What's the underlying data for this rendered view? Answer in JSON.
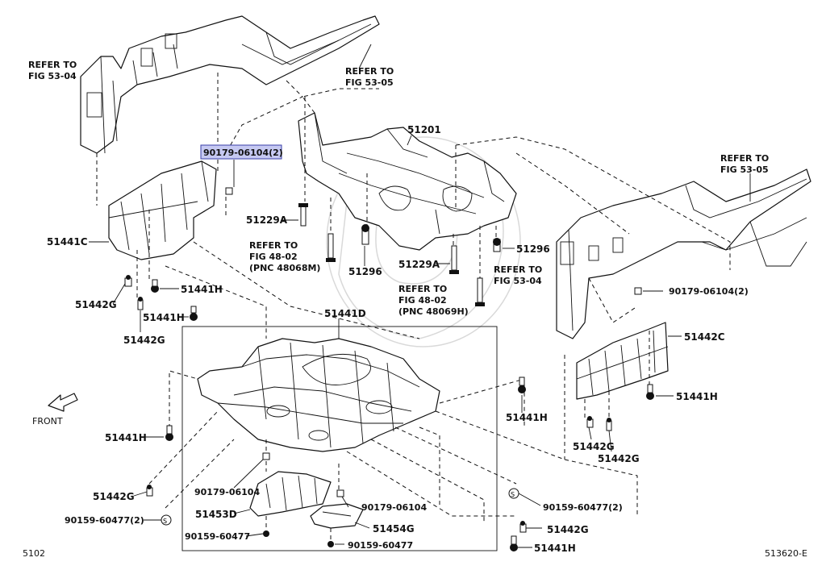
{
  "diagram": {
    "highlighted_part": "90179-06104(2)",
    "labels": {
      "p51201": "51201",
      "p51441c": "51441C",
      "p51442c": "51442C",
      "p51441d": "51441D",
      "p51453d": "51453D",
      "p51454g": "51454G",
      "p51229a_1": "51229A",
      "p51229a_2": "51229A",
      "p51296_1": "51296",
      "p51296_2": "51296",
      "p51441h_1": "51441H",
      "p51441h_2": "51441H",
      "p51441h_3": "51441H",
      "p51441h_4": "51441H",
      "p51441h_5": "51441H",
      "p51441h_6": "51441H",
      "p51442g_1": "51442G",
      "p51442g_2": "51442G",
      "p51442g_3": "51442G",
      "p51442g_4": "51442G",
      "p51442g_5": "51442G",
      "p90179_right": "90179-06104(2)",
      "p90179_a": "90179-06104",
      "p90179_b": "90179-06104",
      "p90159_left": "90159-60477(2)",
      "p90159_right": "90159-60477(2)",
      "p90159_c": "90159-60477",
      "p90159_d": "90159-60477"
    },
    "refer": {
      "r1_line1": "REFER TO",
      "r1_line2": "FIG 53-04",
      "r2_line1": "REFER TO",
      "r2_line2": "FIG 53-05",
      "r3_line1": "REFER TO",
      "r3_line2": "FIG 53-05",
      "r4_line1": "REFER TO",
      "r4_line2": "FIG 48-02",
      "r4_line3": "(PNC 48068M)",
      "r5_line1": "REFER TO",
      "r5_line2": "FIG 48-02",
      "r5_line3": "(PNC 48069H)",
      "r6_line1": "REFER TO",
      "r6_line2": "FIG 53-04"
    },
    "front_label": "FRONT",
    "footer_left": "5102",
    "footer_right": "513620-E"
  }
}
